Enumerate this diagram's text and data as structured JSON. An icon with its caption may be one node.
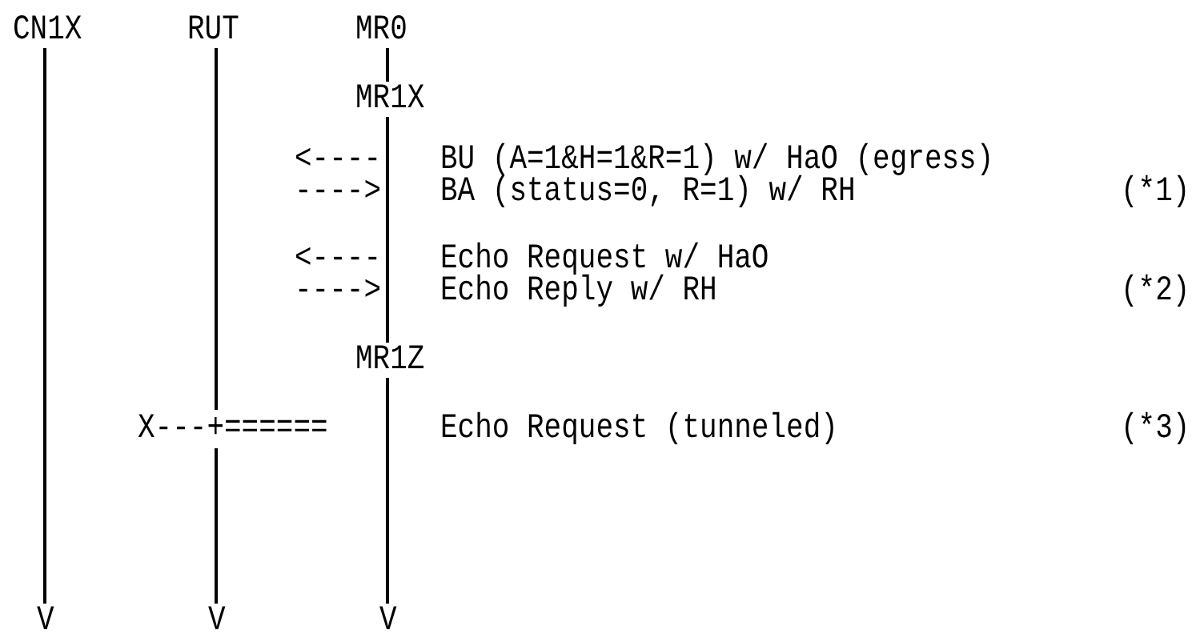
{
  "diagram": {
    "nodes": [
      {
        "text": [
          "CN1X"
        ]
      },
      {
        "text": [
          "RUT"
        ]
      },
      {
        "text": [
          "MR0"
        ]
      },
      {
        "text": [
          "MR1X"
        ]
      },
      {
        "text": [
          "MR1Z"
        ]
      },
      {
        "text": [
          "V"
        ]
      },
      {
        "text": [
          "V"
        ]
      },
      {
        "text": [
          "V"
        ]
      }
    ],
    "edges": [
      {
        "from": 0,
        "to": 5,
        "arrow": "none"
      },
      {
        "from": 1,
        "to": 6,
        "arrow": "none"
      },
      {
        "from": 2,
        "to": 3,
        "arrow": "none"
      },
      {
        "from": 3,
        "to": 4,
        "arrow": "none"
      },
      {
        "from": 4,
        "to": 7,
        "arrow": "none"
      }
    ],
    "labels": [
      "<----",
      "BU (A=1&H=1&R=1) w/ HaO (egress)",
      "---->",
      "BA (status=0, R=1) w/ RH",
      "(*1)",
      "<----",
      "Echo Request w/ HaO",
      "---->",
      "Echo Reply w/ RH",
      "(*2)",
      "X---+======",
      "Echo Request (tunneled)",
      "(*3)"
    ]
  }
}
